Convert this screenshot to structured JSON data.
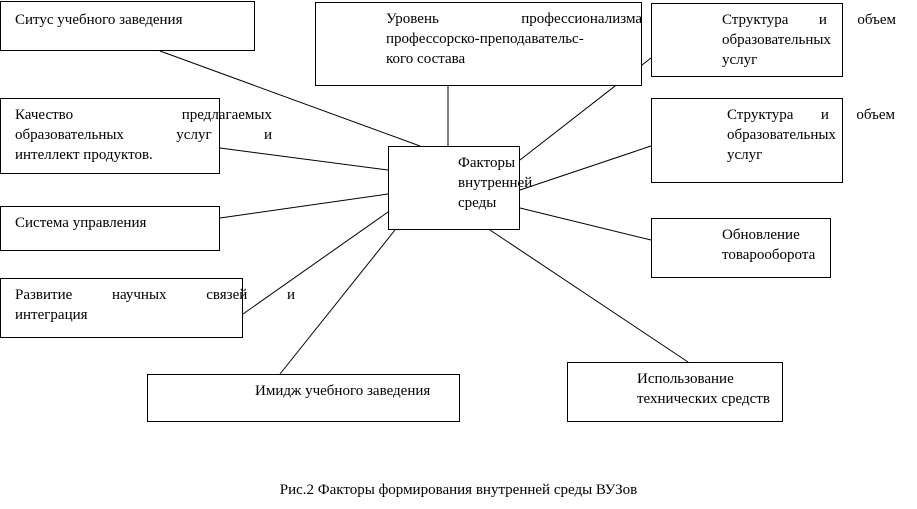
{
  "center": {
    "lines": [
      "Факторы",
      "внутренней",
      "среды"
    ]
  },
  "factors": {
    "situs": "Ситус  учебного заведения",
    "staff": {
      "lines": [
        "Уровень профессионализма",
        "профессорско-преподавательс-",
        "кого состава"
      ]
    },
    "structure_top": {
      "lines": [
        "Структура и объем",
        "образовательных",
        "услуг"
      ]
    },
    "quality": {
      "lines": [
        "Качество предлагаемых",
        "образовательных услуг и",
        "интеллект продуктов."
      ]
    },
    "structure_mid": {
      "lines": [
        "Структура и объем",
        "образовательных",
        "услуг"
      ]
    },
    "management": "Система управления",
    "renewal": {
      "lines": [
        "Обновление",
        "товарооборота"
      ]
    },
    "science": {
      "lines": [
        "Развитие научных связей и",
        "интеграция"
      ]
    },
    "image": "Имидж учебного заведения",
    "tech": {
      "lines": [
        "Использование",
        "технических средств"
      ]
    }
  },
  "caption": "Рис.2 Факторы формирования внутренней среды ВУЗов"
}
